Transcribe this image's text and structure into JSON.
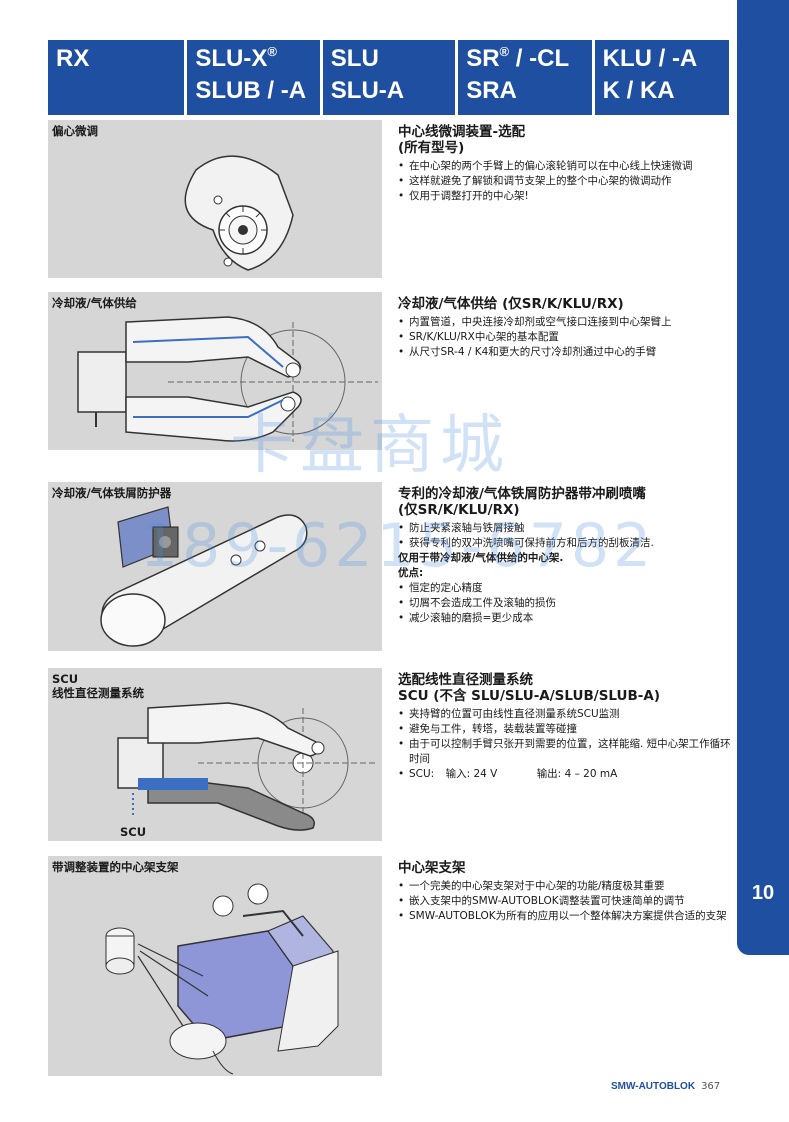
{
  "header": {
    "cells": [
      {
        "line1": "RX",
        "line2": ""
      },
      {
        "line1": "SLU-X",
        "sup1": "®",
        "line2": "SLUB / -A"
      },
      {
        "line1": "SLU",
        "line2": "SLU-A"
      },
      {
        "line1": "SR",
        "sup1": "®",
        "line1b": " / -CL",
        "line2": "SRA"
      },
      {
        "line1": "KLU / -A",
        "line2": "K / KA"
      }
    ]
  },
  "chapter_tab": "10",
  "colors": {
    "brand_blue": "#1f4fa0",
    "panel_gray": "#d6d6d6",
    "watermark": "#4a90e2"
  },
  "sections": [
    {
      "panel_title": "偏心微调",
      "title": "中心线微调装置-选配",
      "title2": "(所有型号)",
      "bullets": [
        "在中心架的两个手臂上的偏心滚轮销可以在中心线上快速微调",
        "这样就避免了解锁和调节支架上的整个中心架的微调动作",
        "仅用于调整打开的中心架!"
      ]
    },
    {
      "panel_title": "冷却液/气体供给",
      "title": "冷却液/气体供给 (仅SR/K/KLU/RX)",
      "bullets": [
        "内置管道，中央连接冷却剂或空气接口连接到中心架臂上",
        "SR/K/KLU/RX中心架的基本配置",
        "从尺寸SR-4 / K4和更大的尺寸冷却剂通过中心的手臂"
      ]
    },
    {
      "panel_title": "冷却液/气体铁屑防护器",
      "title": "专利的冷却液/气体铁屑防护器带冲刷喷嘴",
      "title2": " (仅SR/K/KLU/RX)",
      "bullets": [
        "防止夹紧滚轴与铁屑接触",
        "获得专利的双冲洗喷嘴可保持前方和后方的刮板清洁."
      ],
      "note": "仅用于带冷却液/气体供给的中心架.",
      "adv_label": "优点:",
      "bullets2": [
        "恒定的定心精度",
        "切屑不会造成工件及滚轴的损伤",
        "减少滚轴的磨损=更少成本"
      ]
    },
    {
      "panel_title": "SCU",
      "panel_title2": "线性直径测量系统",
      "panel_label": "SCU",
      "title": "选配线性直径测量系统",
      "title2": "SCU (不含 SLU/SLU-A/SLUB/SLUB-A)",
      "bullets": [
        "夹持臂的位置可由线性直径测量系统SCU监测",
        "避免与工件，转塔，装载装置等碰撞",
        "由于可以控制手臂只张开到需要的位置，这样能缩. 短中心架工作循环时间"
      ],
      "scu_label": "SCU:",
      "scu_input": "输入: 24 V",
      "scu_output": "输出: 4 – 20 mA"
    },
    {
      "panel_title": "带调整装置的中心架支架",
      "title": "中心架支架",
      "bullets": [
        "一个完美的中心架支架对于中心架的功能/精度极其重要",
        "嵌入支架中的SMW-AUTOBLOK调整装置可快速简单的调节",
        "SMW-AUTOBLOK为所有的应用以一个整体解决方案提供合适的支架"
      ]
    }
  ],
  "watermark": {
    "line1": "卡盘商城",
    "line2": "189-6215-6782"
  },
  "footer": {
    "brand": "SMW-AUTOBLOK",
    "page": "367"
  }
}
